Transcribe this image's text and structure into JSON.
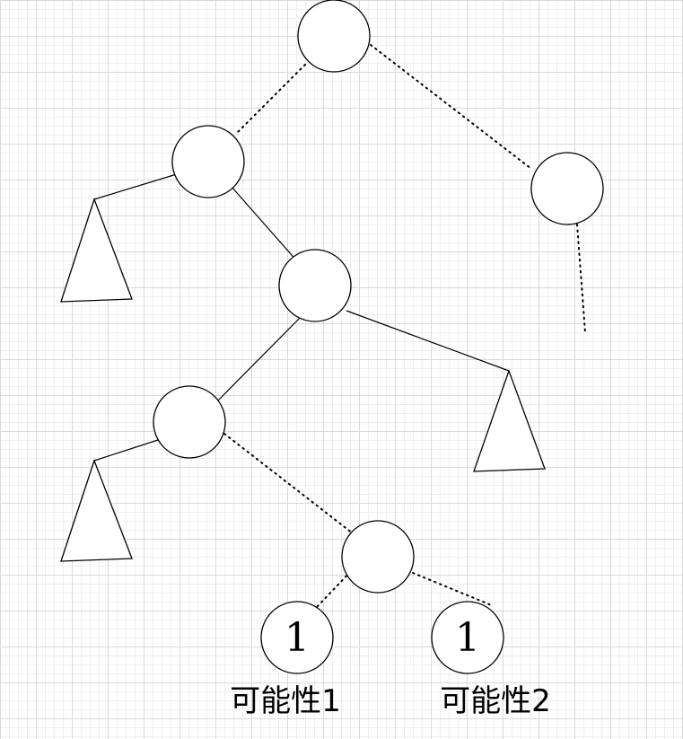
{
  "diagram": {
    "leaf_values": [
      "1",
      "1"
    ],
    "captions": [
      "可能性1",
      "可能性2"
    ]
  }
}
